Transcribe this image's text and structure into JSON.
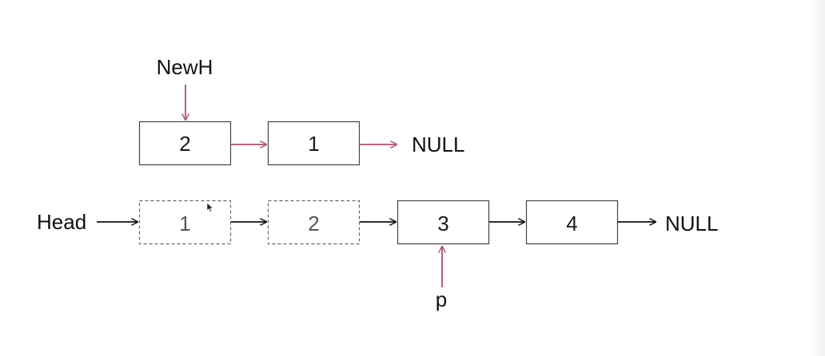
{
  "colors": {
    "accent_arrow": "#b5506f",
    "arrow": "#111111",
    "box_border": "#444444",
    "ghost_border": "#666666"
  },
  "new_list": {
    "pointer_label": "NewH",
    "nodes": [
      "2",
      "1"
    ],
    "terminal": "NULL"
  },
  "old_list": {
    "head_label": "Head",
    "nodes": [
      "1",
      "2",
      "3",
      "4"
    ],
    "terminal": "NULL",
    "pointer_label": "p"
  },
  "cursor_icon": "mouse-pointer-icon"
}
